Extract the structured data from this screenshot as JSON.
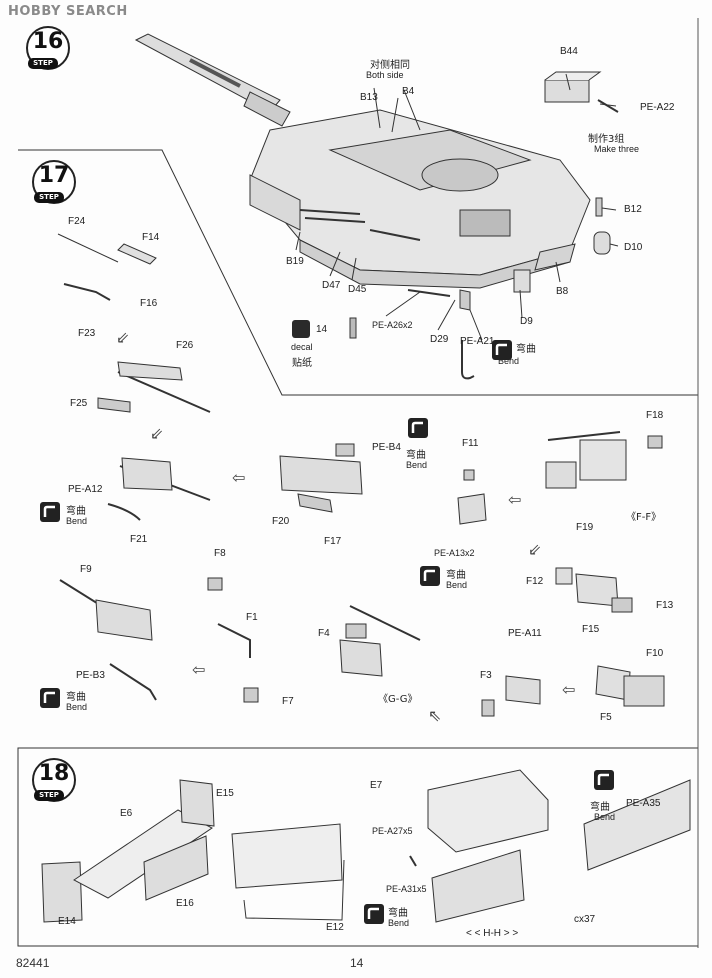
{
  "watermark": {
    "brand": "HOBBY",
    "rest": " SEARCH"
  },
  "steps": {
    "s16": "16",
    "s17": "17",
    "s18": "18",
    "tag": "STEP"
  },
  "step16": {
    "both_side_cn": "对侧相同",
    "both_side_en": "Both side",
    "make_three_cn": "制作3组",
    "make_three_en": "Make three",
    "decal_label": "decal",
    "decal_cn": "贴纸",
    "decal_num": "14",
    "bend_cn": "弯曲",
    "bend_en": "Bend",
    "parts": [
      "B44",
      "PE-A22",
      "B13",
      "B4",
      "B12",
      "D10",
      "B19",
      "D47",
      "D45",
      "B8",
      "PE-A26x2",
      "D29",
      "PE-A21",
      "D9"
    ]
  },
  "step17": {
    "bend_cn": "弯曲",
    "bend_en": "Bend",
    "view_ff": "《F-F》",
    "view_gg": "《G-G》",
    "parts": [
      "F24",
      "F14",
      "F16",
      "F23",
      "F26",
      "F25",
      "PE-A12",
      "F21",
      "PE-B4",
      "F20",
      "F17",
      "F11",
      "PE-A13x2",
      "F18",
      "F19",
      "F8",
      "F9",
      "F1",
      "PE-B3",
      "F7",
      "F4",
      "F3",
      "PE-A11",
      "F12",
      "F15",
      "F13",
      "F10",
      "F5"
    ]
  },
  "step18": {
    "bend_cn": "弯曲",
    "bend_en": "Bend",
    "view_hh": "< < H-H > >",
    "parts": [
      "E15",
      "E6",
      "E14",
      "E16",
      "E7",
      "PE-A27x5",
      "PE-A31x5",
      "E12",
      "PE-A35",
      "cx37"
    ]
  },
  "footer": {
    "code": "82441",
    "page": "14"
  }
}
